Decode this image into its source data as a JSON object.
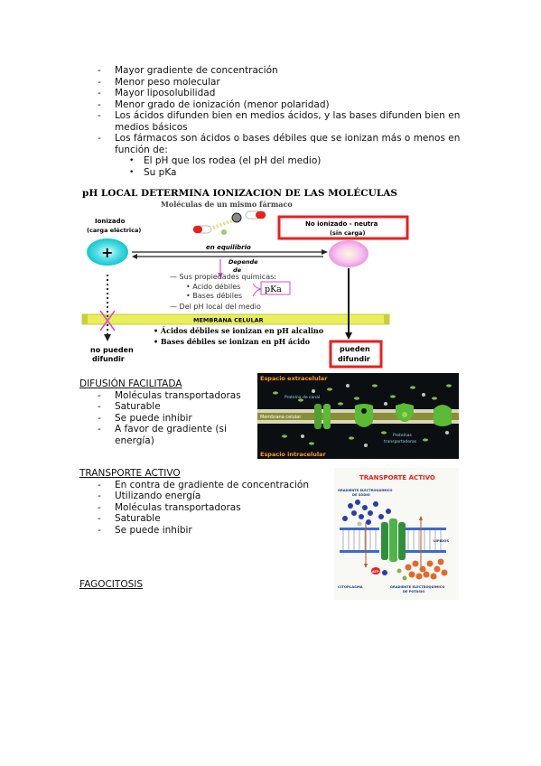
{
  "intro_list": [
    "Mayor gradiente de concentración",
    "Menor peso molecular",
    "Mayor liposolubilidad",
    "Menor grado de ionización (menor polaridad)",
    "Los ácidos difunden bien en medios ácidos, y las bases difunden bien en",
    "medios básicos",
    "Los fármacos son ácidos o bases débiles que se ionizan más o menos en",
    "función de:"
  ],
  "sub_list": [
    "El pH que los rodea (el pH del medio)",
    "Su pKa"
  ],
  "ph_diagram": {
    "title": "pH LOCAL DETERMINA IONIZACION DE LAS MOLÉCULAS",
    "subtitle": "Moléculas de un mismo fármaco",
    "ionized": "Ionizado",
    "ionized_sub": "(carga eléctrica)",
    "plus": "+",
    "non_ionized": "No ionizado - neutra",
    "non_ionized_sub": "(sin carga)",
    "equilibrium": "en equilibrio",
    "depends1": "Depende",
    "depends2": "de",
    "props": "— Sus propiedades químicas:",
    "weak_acids": "• Acido débiles",
    "weak_bases": "• Bases débiles",
    "pka": "pKa",
    "local_ph": "— Del pH local del medio",
    "membrane": "MEMBRANA CELULAR",
    "acids_note": "• Ácidos débiles se ionizan en pH alcalino",
    "bases_note": "• Bases débiles se ionizan en pH ácido",
    "cannot1": "no pueden",
    "cannot2": "difundir",
    "can1": "pueden",
    "can2": "difundir"
  },
  "facilitated": {
    "heading": "DIFUSIÓN FACILITADA",
    "items": [
      "Moléculas transportadoras",
      "Saturable",
      "Se puede inhibir",
      "A favor de gradiente (si",
      "energía)"
    ],
    "img": {
      "extracellular": "Espacio extracelular",
      "channel_protein": "Proteína de canal",
      "membrane": "Membrana celular",
      "carrier_proteins1": "Proteínas",
      "carrier_proteins2": "transportadoras",
      "intracellular": "Espacio intracelular"
    }
  },
  "active": {
    "heading": "TRANSPORTE ACTIVO",
    "items": [
      "En contra de gradiente de concentración",
      "Utilizando energía",
      "Moléculas transportadoras",
      "Saturable",
      "Se puede inhibir"
    ],
    "img": {
      "title": "TRANSPORTE ACTIVO",
      "na_grad1": "GRADIENTE ELECTROQUÍMICO",
      "na_grad2": "DE SODIO",
      "lipids": "LÍPIDOS",
      "atp": "ATP",
      "cytoplasm": "CITOPLASMA",
      "k_grad1": "GRADIENTE ELECTROQUÍMICO",
      "k_grad2": "DE POTASIO"
    }
  },
  "phago": {
    "heading": "FAGOCITOSIS"
  },
  "colors": {
    "red": "#e8201e",
    "cyan": "#29d3d9",
    "pink": "#f3b2e6",
    "yellow": "#e9ef5a",
    "magenta": "#d24ecf"
  }
}
